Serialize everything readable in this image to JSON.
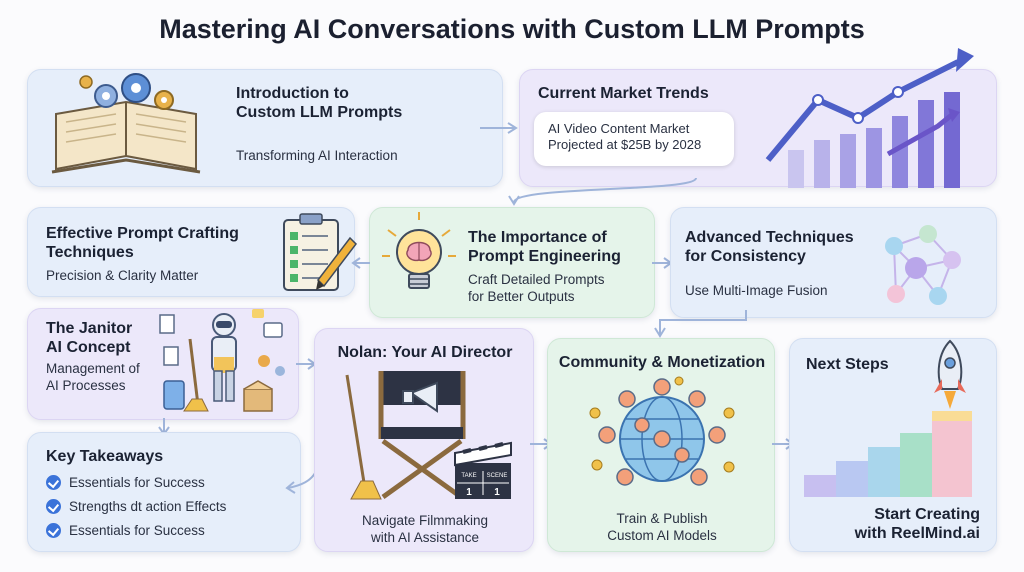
{
  "title": "Mastering AI Conversations with Custom LLM Prompts",
  "intro": {
    "heading": "Introduction to\nCustom LLM Prompts",
    "subtitle": "Transforming AI Interaction"
  },
  "market": {
    "heading": "Current Market Trends",
    "callout": "AI Video Content Market\nProjected at $25B by 2028"
  },
  "crafting": {
    "heading": "Effective Prompt Crafting\nTechniques",
    "subtitle": "Precision & Clarity Matter"
  },
  "importance": {
    "heading": "The Importance of\nPrompt Engineering",
    "subtitle": "Craft Detailed Prompts\nfor Better Outputs"
  },
  "advanced": {
    "heading": "Advanced Techniques\nfor Consistency",
    "subtitle": "Use Multi-Image Fusion"
  },
  "janitor": {
    "heading": "The Janitor\nAI Concept",
    "subtitle": "Management of\nAI Processes"
  },
  "takeaways": {
    "heading": "Key Takeaways",
    "items": [
      "Essentials for Success",
      "Strengths dt action Effects",
      "Essentials for Success"
    ]
  },
  "nolan": {
    "heading": "Nolan: Your AI Director",
    "subtitle": "Navigate Filmmaking\nwith AI Assistance",
    "clapper": [
      "TAKE",
      "SCENE",
      "1",
      "1"
    ]
  },
  "community": {
    "heading": "Community & Monetization",
    "subtitle": "Train & Publish\nCustom AI Models"
  },
  "next": {
    "heading": "Next Steps",
    "cta": "Start Creating\nwith ReelMind.ai"
  },
  "colors": {
    "accent": "#3b73d9",
    "blue_card": "#e6eefa",
    "green_card": "#e5f4ea",
    "lavender_card": "#ece8fa"
  }
}
